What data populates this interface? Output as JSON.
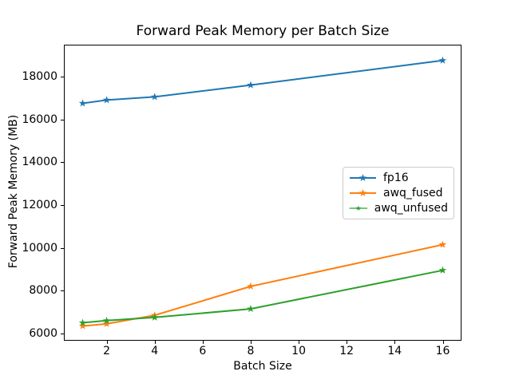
{
  "chart_data": {
    "type": "line",
    "title": "Forward Peak Memory per Batch Size",
    "xlabel": "Batch Size",
    "ylabel": "Forward Peak Memory (MB)",
    "x": [
      1,
      2,
      4,
      8,
      16
    ],
    "series": [
      {
        "name": "fp16",
        "color": "#1f77b4",
        "marker": "star",
        "values": [
          16750,
          16900,
          17050,
          17600,
          18750
        ]
      },
      {
        "name": "awq_fused",
        "color": "#ff7f0e",
        "marker": "star",
        "values": [
          6350,
          6450,
          6850,
          8200,
          10150
        ]
      },
      {
        "name": "awq_unfused",
        "color": "#2ca02c",
        "marker": "star",
        "values": [
          6500,
          6600,
          6750,
          7150,
          8950
        ]
      }
    ],
    "x_ticks": [
      2,
      4,
      6,
      8,
      10,
      12,
      14,
      16
    ],
    "y_ticks": [
      6000,
      8000,
      10000,
      12000,
      14000,
      16000,
      18000
    ],
    "xlim": [
      0.25,
      16.75
    ],
    "ylim": [
      5700,
      19450
    ],
    "grid": false,
    "legend_position": "center right",
    "line_width": 2,
    "marker_radius": 5,
    "spine_color": "#000000",
    "legend_border_color": "#cccccc"
  }
}
